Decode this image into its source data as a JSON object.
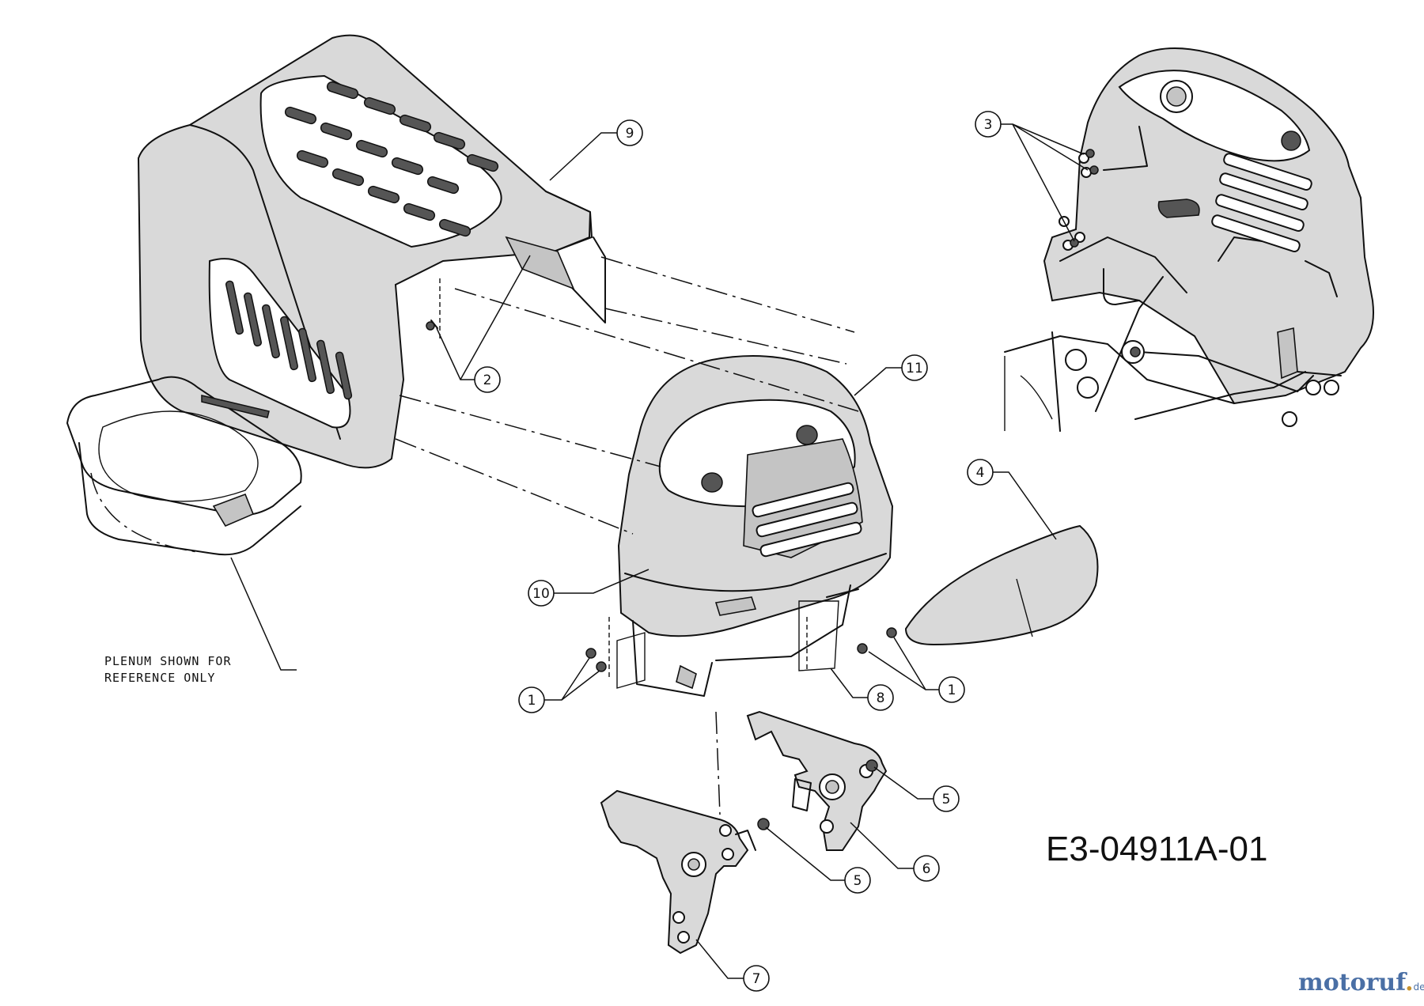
{
  "drawing": {
    "code": "E3-04911A-01",
    "note_lines": [
      "PLENUM SHOWN FOR",
      "REFERENCE ONLY"
    ],
    "watermark": {
      "main": "motoruf",
      "dot": ".",
      "tld": "de"
    }
  },
  "callouts": [
    "1",
    "1",
    "2",
    "3",
    "4",
    "5",
    "5",
    "6",
    "7",
    "8",
    "9",
    "10",
    "11"
  ]
}
